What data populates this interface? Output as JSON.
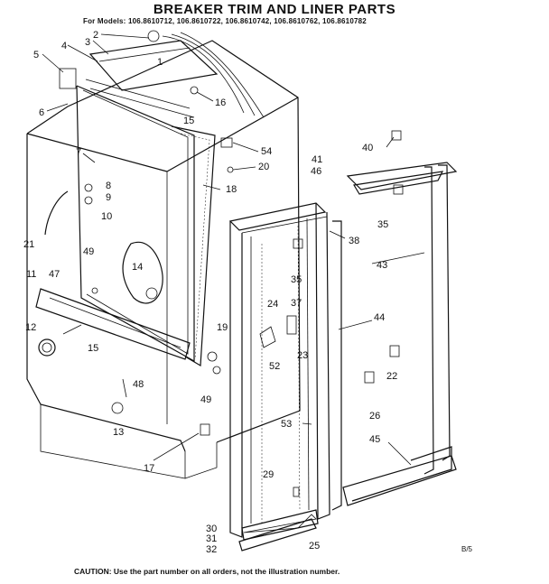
{
  "title": "BREAKER TRIM AND LINER PARTS",
  "models_line": "For Models: 106.8610712, 106.8610722, 106.8610742, 106.8610762, 106.8610782",
  "caution": "CAUTION: Use the part number on all orders, not the illustration number.",
  "page_ref": "B/5",
  "callouts": [
    {
      "id": "c2",
      "text": "2"
    },
    {
      "id": "c3",
      "text": "3"
    },
    {
      "id": "c4",
      "text": "4"
    },
    {
      "id": "c5",
      "text": "5"
    },
    {
      "id": "c1",
      "text": "1"
    },
    {
      "id": "c16",
      "text": "16"
    },
    {
      "id": "c15",
      "text": "15"
    },
    {
      "id": "c6",
      "text": "6"
    },
    {
      "id": "c54",
      "text": "54"
    },
    {
      "id": "c20",
      "text": "20"
    },
    {
      "id": "c7",
      "text": "7"
    },
    {
      "id": "c8",
      "text": "8"
    },
    {
      "id": "c9",
      "text": "9"
    },
    {
      "id": "c10",
      "text": "10"
    },
    {
      "id": "c18",
      "text": "18"
    },
    {
      "id": "c21",
      "text": "21"
    },
    {
      "id": "c49a",
      "text": "49"
    },
    {
      "id": "c14",
      "text": "14"
    },
    {
      "id": "c11",
      "text": "11"
    },
    {
      "id": "c47",
      "text": "47"
    },
    {
      "id": "c12",
      "text": "12"
    },
    {
      "id": "c15b",
      "text": "15"
    },
    {
      "id": "c48",
      "text": "48"
    },
    {
      "id": "c13",
      "text": "13"
    },
    {
      "id": "c17",
      "text": "17"
    },
    {
      "id": "c19",
      "text": "19"
    },
    {
      "id": "c49b",
      "text": "49"
    },
    {
      "id": "c46",
      "text": "46"
    },
    {
      "id": "c35a",
      "text": "35"
    },
    {
      "id": "c38",
      "text": "38"
    },
    {
      "id": "c24",
      "text": "24"
    },
    {
      "id": "c37",
      "text": "37"
    },
    {
      "id": "c52",
      "text": "52"
    },
    {
      "id": "c23",
      "text": "23"
    },
    {
      "id": "c53",
      "text": "53"
    },
    {
      "id": "c29",
      "text": "29"
    },
    {
      "id": "c30",
      "text": "30"
    },
    {
      "id": "c31",
      "text": "31"
    },
    {
      "id": "c32",
      "text": "32"
    },
    {
      "id": "c25",
      "text": "25"
    },
    {
      "id": "c40",
      "text": "40"
    },
    {
      "id": "c41",
      "text": "41"
    },
    {
      "id": "c35b",
      "text": "35"
    },
    {
      "id": "c43",
      "text": "43"
    },
    {
      "id": "c44",
      "text": "44"
    },
    {
      "id": "c22",
      "text": "22"
    },
    {
      "id": "c26",
      "text": "26"
    },
    {
      "id": "c45",
      "text": "45"
    }
  ]
}
